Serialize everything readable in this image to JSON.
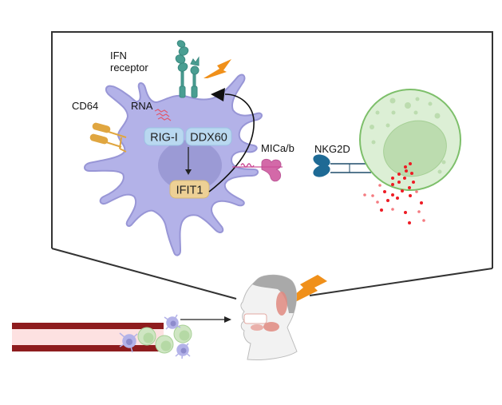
{
  "labels": {
    "ifn_receptor_line1": "IFN",
    "ifn_receptor_line2": "receptor",
    "cd64": "CD64",
    "rna": "RNA",
    "rig_i": "RIG-I",
    "ddx60": "DDX60",
    "ifit1": "IFIT1",
    "mica_b": "MICa/b",
    "nkg2d": "NKG2D"
  },
  "colors": {
    "dendritic_cell_fill": "#b3b2e8",
    "dendritic_cell_stroke": "#9896d6",
    "nucleus_fill": "#9593d0",
    "sensor_box_fill": "#b9d8f0",
    "ifit1_box_fill": "#edd095",
    "receptor_teal": "#4a9e92",
    "cd64_orange": "#e0a640",
    "mica_magenta": "#cc4f99",
    "nk_cell_fill": "#dcefd5",
    "nk_cell_stroke": "#7dbf6a",
    "nk_nucleus_fill": "#bcdcaf",
    "nkg2d_blue": "#1e6a95",
    "granule_red": "#ee1c25",
    "lightning_orange": "#f0901a",
    "vessel_dark": "#8e1c1e",
    "vessel_light": "#fde1e1",
    "frame": "#222222"
  }
}
